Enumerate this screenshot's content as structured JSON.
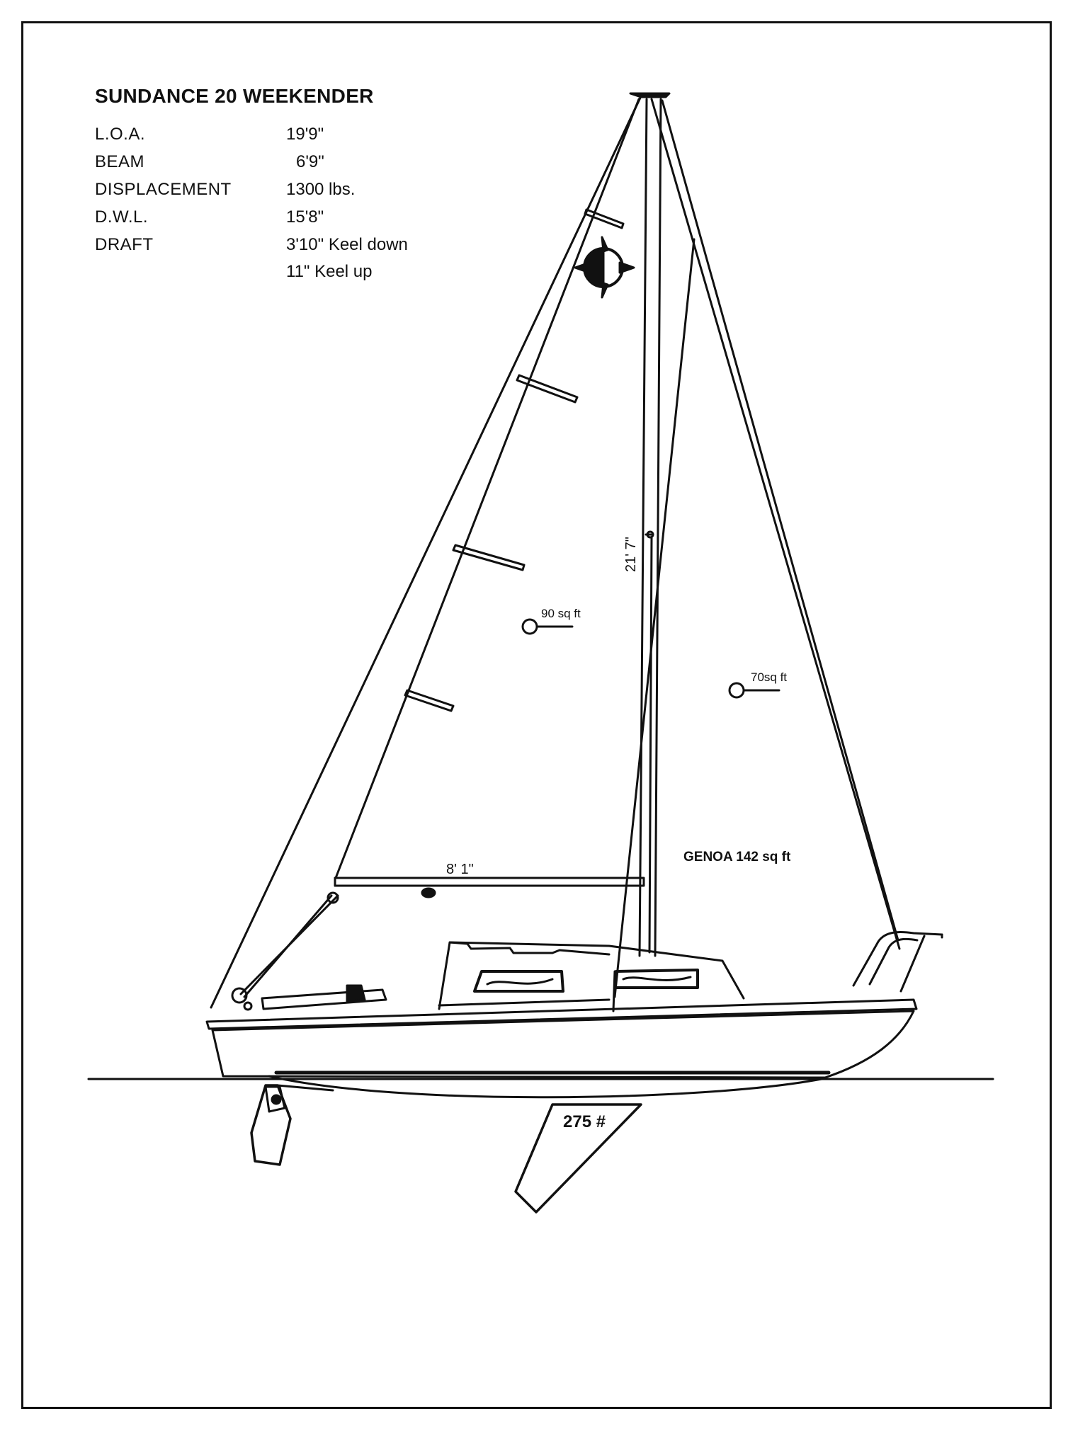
{
  "title": "SUNDANCE 20 WEEKENDER",
  "specs": [
    {
      "label": "L.O.A.",
      "value": "19'9\""
    },
    {
      "label": "BEAM",
      "value": "6'9\""
    },
    {
      "label": "DISPLACEMENT",
      "value": "1300 lbs."
    },
    {
      "label": "D.W.L.",
      "value": "15'8\""
    },
    {
      "label": "DRAFT",
      "value": "3'10\" Keel down"
    },
    {
      "label": "",
      "value": "11\" Keel up"
    }
  ],
  "drawing_labels": {
    "mast_height": "21' 7\"",
    "boom_length": "8' 1\"",
    "mainsail_area": "90 sq ft",
    "jib_area": "70sq ft",
    "genoa_area": "GENOA 142 sq ft",
    "keel_weight": "275 #"
  },
  "colors": {
    "ink": "#111111",
    "paper": "#ffffff"
  }
}
